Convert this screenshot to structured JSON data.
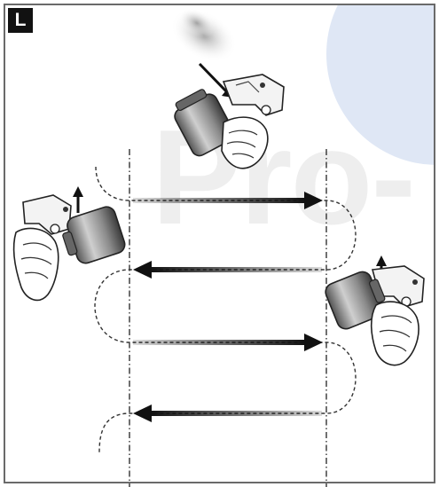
{
  "panel": {
    "label": "L"
  },
  "watermark": {
    "text": "Pro-"
  },
  "colors": {
    "frame": "#6a6a6a",
    "ink": "#111111",
    "watermark_text": "#eeeeee",
    "watermark_circle": "#dfe7f5",
    "gun_body": "#8a8a8a"
  },
  "icons": [
    "spray-gun-icon-top",
    "spray-gun-icon-left",
    "spray-gun-icon-right"
  ]
}
